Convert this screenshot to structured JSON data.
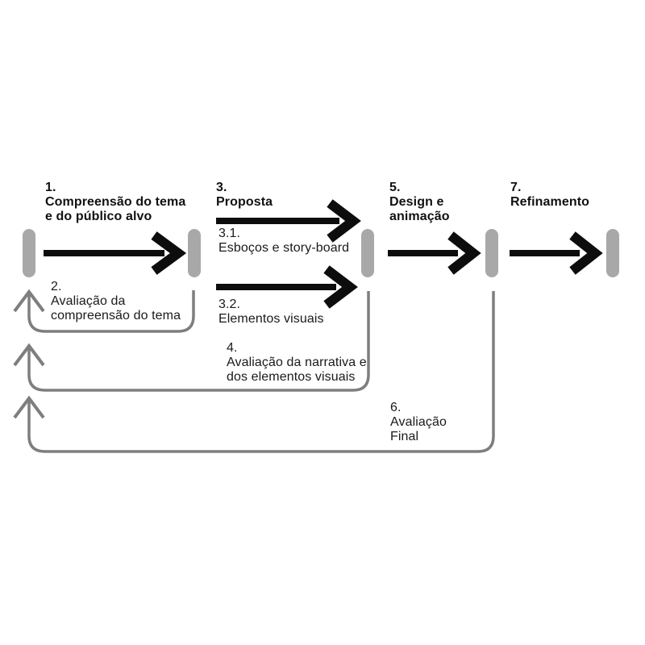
{
  "diagram": {
    "description_labels": {
      "step1": "1.\nCompreensão do tema\ne do público alvo",
      "step2": "2.\nAvaliação da\ncompreensão do tema",
      "step3": "3.\nProposta",
      "step3_1": "3.1.\nEsboços e story-board",
      "step3_2": "3.2.\nElementos visuais",
      "step4": "4.\nAvaliação da narrativa e\ndos elementos visuais",
      "step5": "5.\nDesign e\nanimação",
      "step6": "6.\nAvaliação\nFinal",
      "step7": "7.\nRefinamento"
    },
    "flow": {
      "main_steps": [
        "1. Compreensão do tema e do público alvo",
        "3. Proposta",
        "5. Design e animação",
        "7. Refinamento"
      ],
      "sub_steps": [
        "3.1. Esboços e story-board",
        "3.2. Elementos visuais"
      ],
      "feedback_steps": [
        "2. Avaliação da compreensão do tema",
        "4. Avaliação da narrativa e dos elementos visuais",
        "6. Avaliação Final"
      ],
      "node_count": 5
    }
  },
  "colors": {
    "node": "#a8a8a8",
    "arrow": "#0d0d0d",
    "feedback": "#7e7e7e",
    "background": "#ffffff"
  }
}
